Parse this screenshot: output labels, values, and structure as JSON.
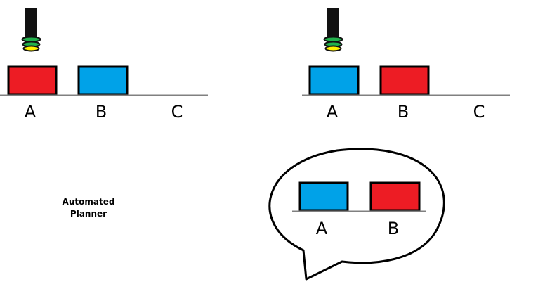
{
  "colors": {
    "red": "#ed1c24",
    "blue": "#00a2e8",
    "ground": "#808080",
    "gripper_green": "#22b14c",
    "gripper_yellow": "#fff200",
    "arm": "#111111"
  },
  "scene_left": {
    "labels": [
      "A",
      "B",
      "C"
    ],
    "blocks": [
      {
        "slot": "A",
        "color": "red"
      },
      {
        "slot": "B",
        "color": "blue"
      }
    ],
    "gripper_slot": "A"
  },
  "scene_right": {
    "labels": [
      "A",
      "B",
      "C"
    ],
    "blocks": [
      {
        "slot": "A",
        "color": "blue"
      },
      {
        "slot": "B",
        "color": "red"
      }
    ],
    "gripper_slot": "A"
  },
  "planner": {
    "line1": "Automated",
    "line2": "Planner"
  },
  "thought": {
    "labels": [
      "A",
      "B"
    ],
    "blocks": [
      {
        "slot": "A",
        "color": "blue"
      },
      {
        "slot": "B",
        "color": "red"
      }
    ]
  }
}
